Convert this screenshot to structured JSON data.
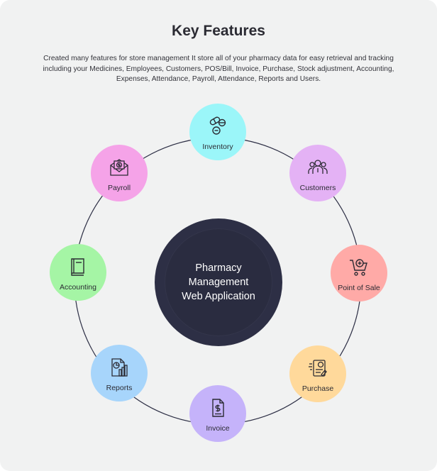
{
  "header": {
    "title": "Key Features",
    "description": "Created many features for store management It store all of your pharmacy data for easy retrieval and tracking including  your Medicines, Employees, Customers, POS/Bill, Invoice, Purchase, Stock adjustment, Accounting, Expenses, Attendance, Payroll, Attendance, Reports and Users."
  },
  "center": {
    "label_line1": "Pharmacy",
    "label_line2": "Management",
    "label_line3": "Web Application"
  },
  "features": [
    {
      "label": "Inventory",
      "icon": "pills-icon",
      "color": "#9bf6f9"
    },
    {
      "label": "Customers",
      "icon": "customers-icon",
      "color": "#e4b2f5"
    },
    {
      "label": "Point of Sale",
      "icon": "cart-plus-icon",
      "color": "#ffaaa7"
    },
    {
      "label": "Purchase",
      "icon": "purchase-list-icon",
      "color": "#ffd99b"
    },
    {
      "label": "Invoice",
      "icon": "invoice-dollar-icon",
      "color": "#c5b3fa"
    },
    {
      "label": "Reports",
      "icon": "report-chart-icon",
      "color": "#a7d5fb"
    },
    {
      "label": "Accounting",
      "icon": "book-icon",
      "color": "#a5f5a5"
    },
    {
      "label": "Payroll",
      "icon": "payroll-envelope-icon",
      "color": "#f5a3e8"
    }
  ],
  "colors": {
    "background": "#f1f2f2",
    "center": "#2d2f45",
    "ring_line": "#2d2f45"
  }
}
